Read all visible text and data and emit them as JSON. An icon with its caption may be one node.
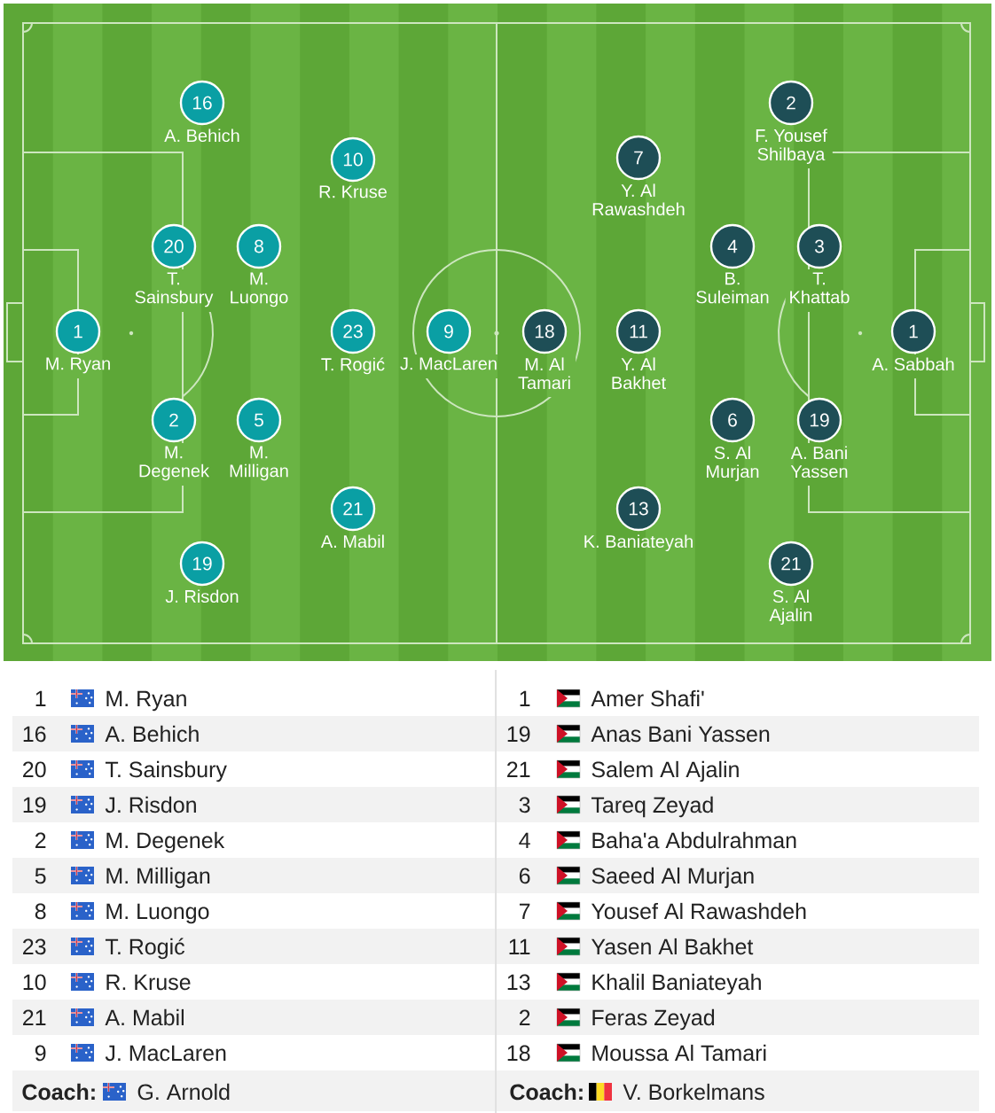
{
  "diagram": {
    "nodes": [
      {
        "text": [
          "1"
        ],
        "beside": [
          "M. Ryan"
        ]
      },
      {
        "text": [
          "16"
        ],
        "beside": [
          "A. Behich"
        ]
      },
      {
        "text": [
          "20"
        ],
        "beside": [
          "T. Sainsbury"
        ]
      },
      {
        "text": [
          "19"
        ],
        "beside": [
          "J. Risdon"
        ]
      },
      {
        "text": [
          "2"
        ],
        "beside": [
          "M. Degenek"
        ]
      },
      {
        "text": [
          "5"
        ],
        "beside": [
          "M. Milligan"
        ]
      },
      {
        "text": [
          "8"
        ],
        "beside": [
          "M. Luongo"
        ]
      },
      {
        "text": [
          "23"
        ],
        "beside": [
          "T. Rogić"
        ]
      },
      {
        "text": [
          "10"
        ],
        "beside": [
          "R. Kruse"
        ]
      },
      {
        "text": [
          "21"
        ],
        "beside": [
          "A. Mabil"
        ]
      },
      {
        "text": [
          "9"
        ],
        "beside": [
          "J. MacLaren"
        ]
      },
      {
        "text": [
          "1"
        ],
        "beside": [
          "A. Sabbah"
        ]
      },
      {
        "text": [
          "19"
        ],
        "beside": [
          "A. Bani Yassen"
        ]
      },
      {
        "text": [
          "21"
        ],
        "beside": [
          "S. Al Ajalin"
        ]
      },
      {
        "text": [
          "3"
        ],
        "beside": [
          "T. Khattab"
        ]
      },
      {
        "text": [
          "4"
        ],
        "beside": [
          "B. Suleiman"
        ]
      },
      {
        "text": [
          "6"
        ],
        "beside": [
          "S. Al Murjan"
        ]
      },
      {
        "text": [
          "7"
        ],
        "beside": [
          "Y. Al Rawashdeh"
        ]
      },
      {
        "text": [
          "11"
        ],
        "beside": [
          "Y. Al Bakhet"
        ]
      },
      {
        "text": [
          "13"
        ],
        "beside": [
          "K. Baniateyah"
        ]
      },
      {
        "text": [
          "2"
        ],
        "beside": [
          "F. Yousef Shilbaya"
        ]
      },
      {
        "text": [
          "18"
        ],
        "beside": [
          "M. Al Tamari"
        ]
      }
    ],
    "labels": [
      "1",
      "M. Ryan",
      "16",
      "A. Behich",
      "20",
      "T. Sainsbury",
      "19",
      "J. Risdon",
      "2",
      "M. Degenek",
      "5",
      "M. Milligan",
      "8",
      "M. Luongo",
      "23",
      "T. Rogić",
      "10",
      "R. Kruse",
      "21",
      "A. Mabil",
      "9",
      "J. MacLaren",
      "Coach:",
      "G. Arnold",
      "1",
      "Amer Shafi'",
      "19",
      "Anas Bani Yassen",
      "21",
      "Salem Al Ajalin",
      "3",
      "Tareq Zeyad",
      "4",
      "Baha'a Abdulrahman",
      "6",
      "Saeed Al Murjan",
      "7",
      "Yousef Al Rawashdeh",
      "11",
      "Yasen Al Bakhet",
      "13",
      "Khalil Baniateyah",
      "2",
      "Feras Zeyad",
      "18",
      "Moussa Al Tamari",
      "Coach:",
      "V. Borkelmans"
    ]
  }
}
